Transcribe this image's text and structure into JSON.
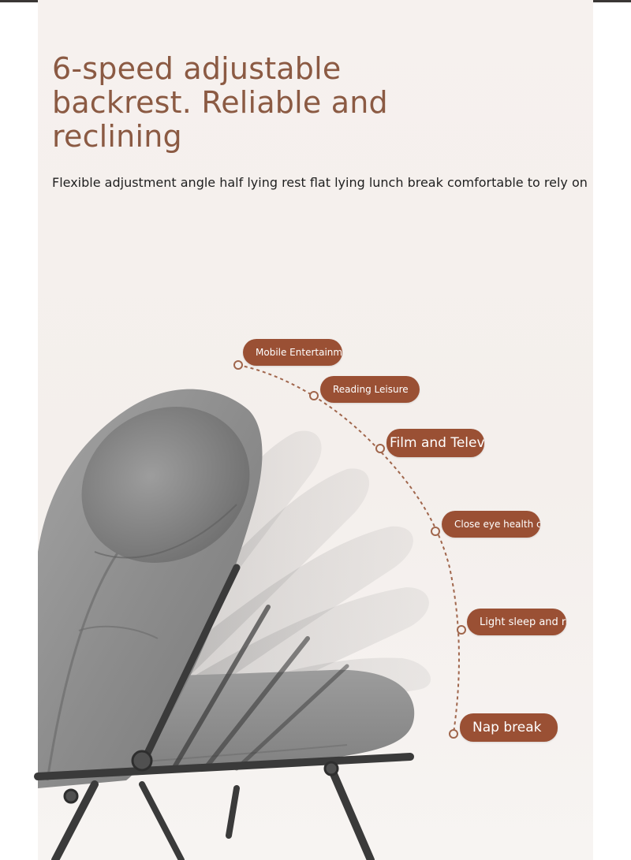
{
  "title": "6-speed adjustable backrest. Reliable and reclining",
  "subtitle": "Flexible adjustment angle half lying rest flat lying lunch break comfortable to rely on",
  "positions": [
    "Mobile Entertainment",
    "Reading Leisure",
    "Film and Television",
    "Close eye health care",
    "Light sleep and rest",
    "Nap break"
  ],
  "colors": {
    "title": "#8b5a43",
    "pill": "#9a5034",
    "dots": "#a0664c",
    "background": "#f6f1ee",
    "fabric": "#8e8e8e",
    "frame": "#3c3c3c"
  }
}
